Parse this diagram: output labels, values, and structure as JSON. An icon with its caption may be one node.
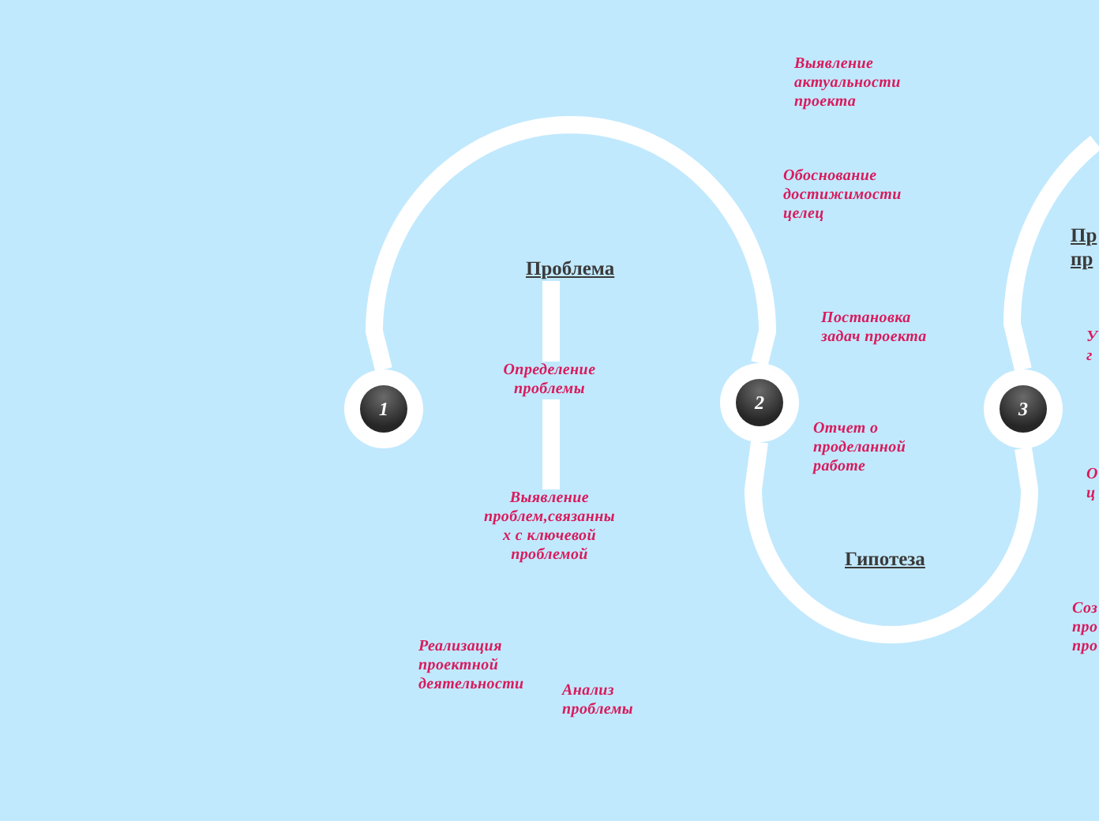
{
  "diagram": {
    "nodes": [
      {
        "text": [
          "1"
        ]
      },
      {
        "text": [
          "Проблема"
        ]
      },
      {
        "text": [
          "Определение проблемы"
        ]
      },
      {
        "text": [
          "Выявление проблем,связанных с ключевой проблемой"
        ]
      },
      {
        "text": [
          "2"
        ]
      },
      {
        "text": [
          "3"
        ]
      }
    ],
    "edges": [
      {
        "from": 0,
        "to": 4,
        "arrow": "none"
      },
      {
        "from": 1,
        "to": 2,
        "arrow": "none"
      },
      {
        "from": 2,
        "to": 3,
        "arrow": "none"
      },
      {
        "from": 4,
        "to": 5,
        "arrow": "none"
      },
      {
        "from": 5,
        "to": null,
        "arrow": "none"
      }
    ],
    "labels": [
      "Выявление актуальности проекта",
      "Обоснование достижимости целец",
      "Пр пр",
      "Постановка задач проекта",
      "У г",
      "Отчет о проделанной работе",
      "О ц",
      "Гипотеза",
      "Соз про про",
      "Реализация проектной деятельности",
      "Анализ проблемы"
    ]
  }
}
